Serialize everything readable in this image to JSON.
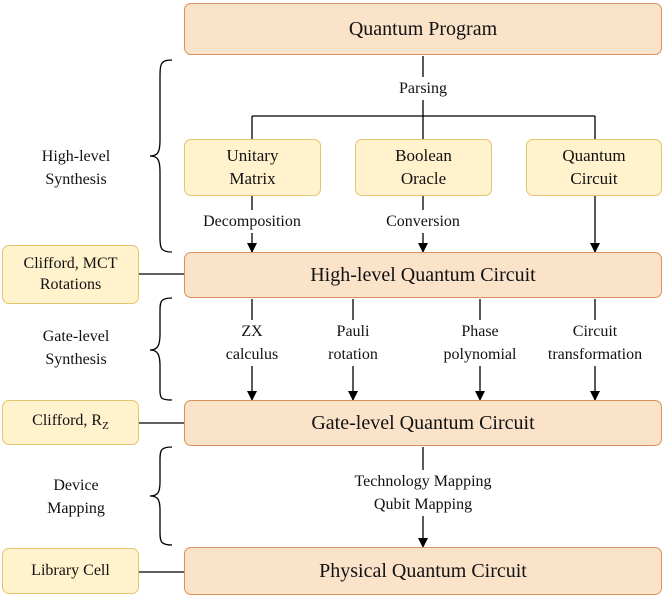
{
  "diagram": {
    "boxes": {
      "quantum_program": "Quantum Program",
      "high_level_circuit": "High-level Quantum Circuit",
      "gate_level_circuit": "Gate-level Quantum Circuit",
      "physical_circuit": "Physical Quantum Circuit"
    },
    "sources": {
      "unitary": [
        "Unitary",
        "Matrix"
      ],
      "boolean": [
        "Boolean",
        "Oracle"
      ],
      "quantum": [
        "Quantum",
        "Circuit"
      ]
    },
    "edges": {
      "parsing": "Parsing",
      "decomposition": "Decomposition",
      "conversion": "Conversion",
      "zx": [
        "ZX",
        "calculus"
      ],
      "pauli": [
        "Pauli",
        "rotation"
      ],
      "phase": [
        "Phase",
        "polynomial"
      ],
      "transform": [
        "Circuit",
        "transformation"
      ],
      "tech_mapping": "Technology Mapping",
      "qubit_mapping": "Qubit Mapping"
    },
    "stages": {
      "high_level_synthesis": [
        "High-level",
        "Synthesis"
      ],
      "gate_level_synthesis": [
        "Gate-level",
        "Synthesis"
      ],
      "device_mapping": [
        "Device",
        "Mapping"
      ]
    },
    "gate_sets": {
      "clifford_mct": [
        "Clifford, MCT",
        "Rotations"
      ],
      "clifford_rz": "Clifford, R",
      "clifford_rz_sub": "Z",
      "library_cell": "Library Cell"
    },
    "colors": {
      "main_fill": "#fbe3c9",
      "main_border": "#d9925a",
      "secondary_fill": "#fff2cc",
      "secondary_border": "#e6c46e"
    }
  }
}
